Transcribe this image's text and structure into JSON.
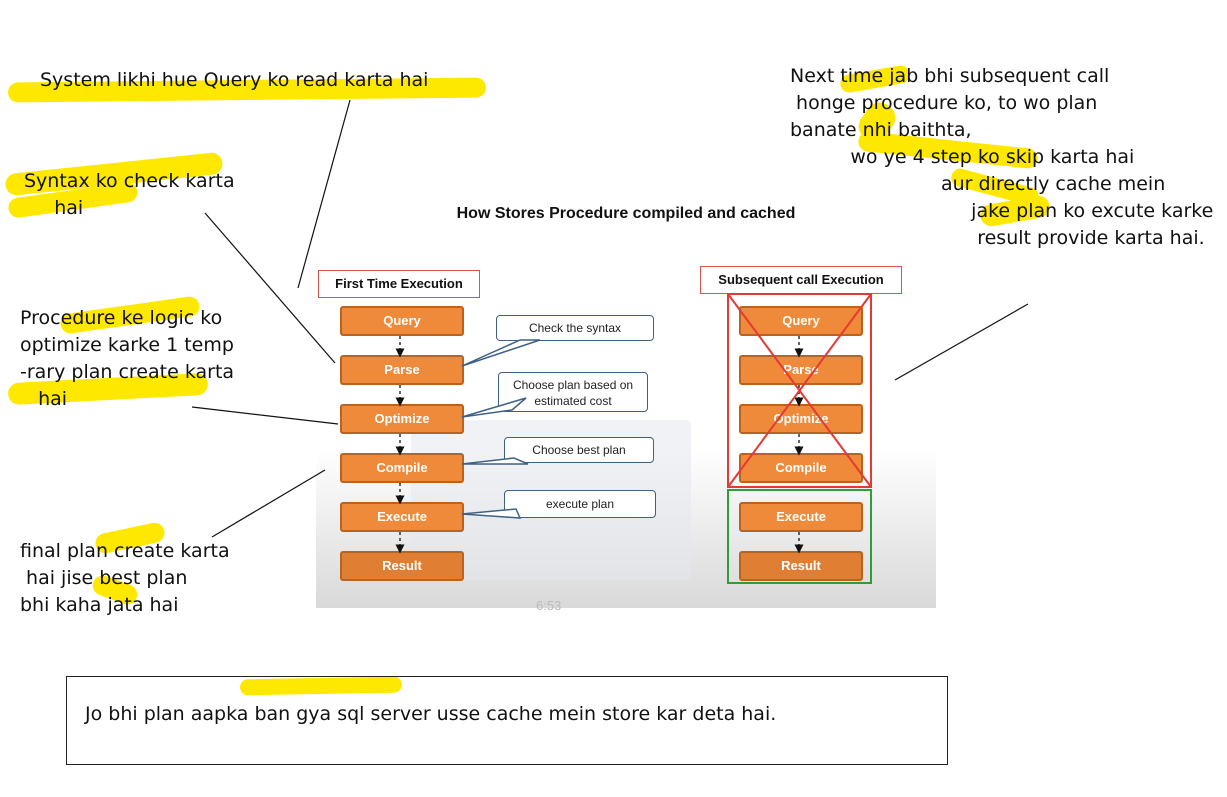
{
  "slide": {
    "title": "How Stores Procedure compiled and cached",
    "left_header": "First Time Execution",
    "right_header": "Subsequent call Execution",
    "time_label": "6:53",
    "left_steps": [
      "Query",
      "Parse",
      "Optimize",
      "Compile",
      "Execute",
      "Result"
    ],
    "right_steps": [
      "Query",
      "Parse",
      "Optimize",
      "Compile",
      "Execute",
      "Result"
    ],
    "callouts": [
      "Check the syntax",
      "Choose plan based on\nestimated cost",
      "Choose best plan",
      "execute plan"
    ]
  },
  "notes": {
    "query": "System likhi hue Query ko read karta hai",
    "syntax": "Syntax ko check karta\n     hai",
    "optimize": "Procedure ke logic ko\noptimize karke 1 temp\n-rary plan create karta\n   hai",
    "compile": "final plan create karta\n hai jise best plan\nbhi kaha jata hai",
    "subsequent": "Next time jab bhi subsequent call\n honge procedure ko, to wo plan\nbanate nhi baithta,\n          wo ye 4 step ko skip karta hai\n                         aur directly cache mein\n                              jake plan ko excute karke\n                               result provide karta hai."
  },
  "bottom_note": "Jo bhi plan aapka ban gya sql server usse cache mein store kar deta hai.",
  "colors": {
    "highlight": "#ffe800",
    "step_fill": "#ef8a3a",
    "cross": "#e53935",
    "cached_box": "#2e9e3a"
  }
}
